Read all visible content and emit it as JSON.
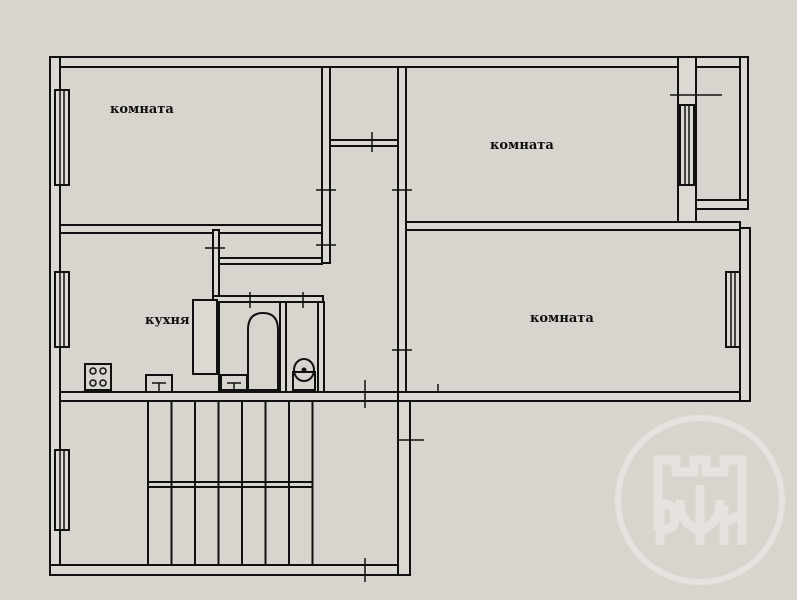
{
  "plan": {
    "rooms": [
      {
        "label": "комната"
      },
      {
        "label": "комната"
      },
      {
        "label": "комната"
      },
      {
        "label": "кухня"
      }
    ],
    "watermark": {
      "text": "РФН",
      "color": "#e6e3de"
    }
  }
}
